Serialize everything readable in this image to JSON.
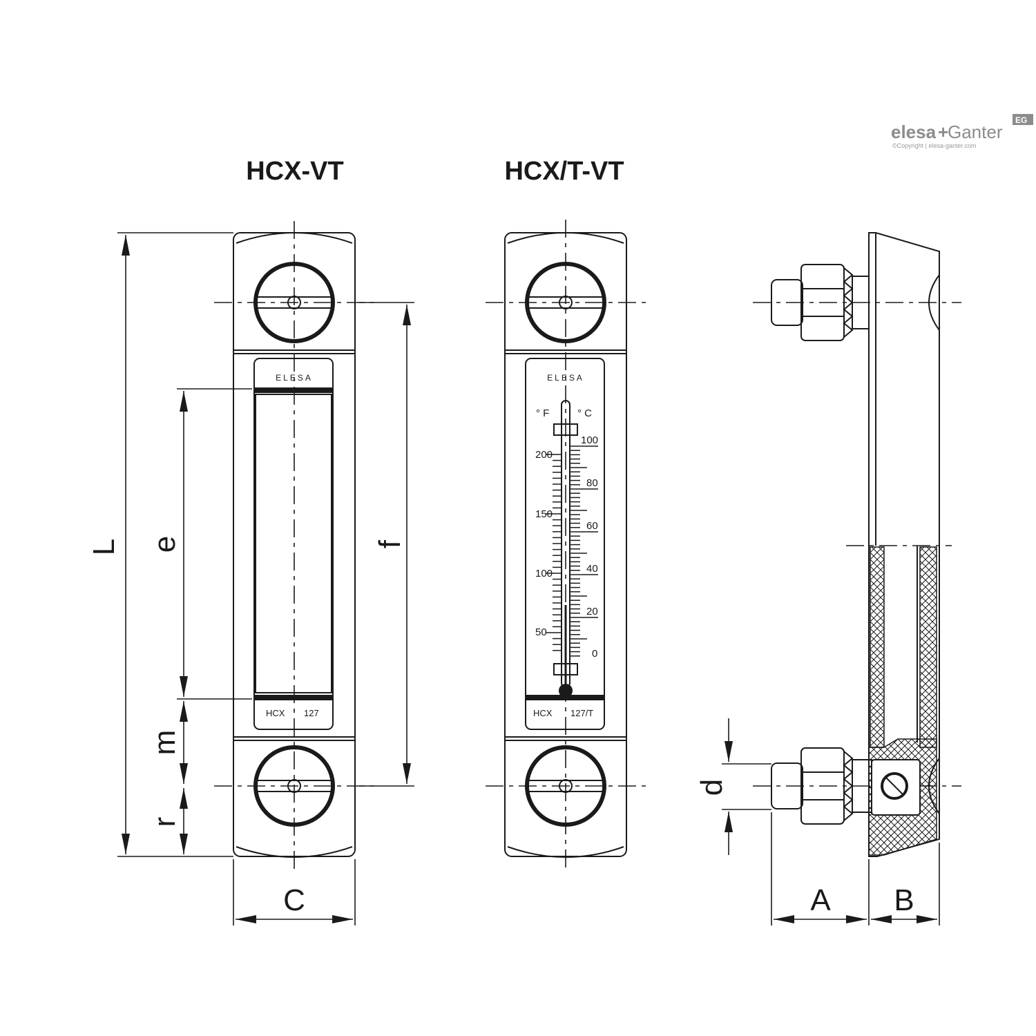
{
  "logo": {
    "brand_left": "elesa",
    "brand_plus": "+",
    "brand_right": "Ganter",
    "badge": "EG",
    "copyright": "©Copyright | elesa-ganter.com"
  },
  "views": {
    "left_title": "HCX-VT",
    "middle_title": "HCX/T-VT"
  },
  "label_plate": {
    "brand": "ELESA",
    "left_code": "HCX",
    "left_number": "127",
    "right_code": "HCX",
    "right_number": "127/T"
  },
  "thermometer": {
    "unit_f": "° F",
    "unit_c": "° C",
    "f_labels": [
      "200",
      "150",
      "100",
      "50"
    ],
    "c_labels": [
      "100",
      "80",
      "60",
      "40",
      "20",
      "0"
    ]
  },
  "dimensions": {
    "L": "L",
    "e": "e",
    "f": "f",
    "m": "m",
    "r": "r",
    "C": "C",
    "d": "d",
    "A": "A",
    "B": "B"
  },
  "colors": {
    "line": "#1a1a1a",
    "logo": "#8c8c8c"
  }
}
